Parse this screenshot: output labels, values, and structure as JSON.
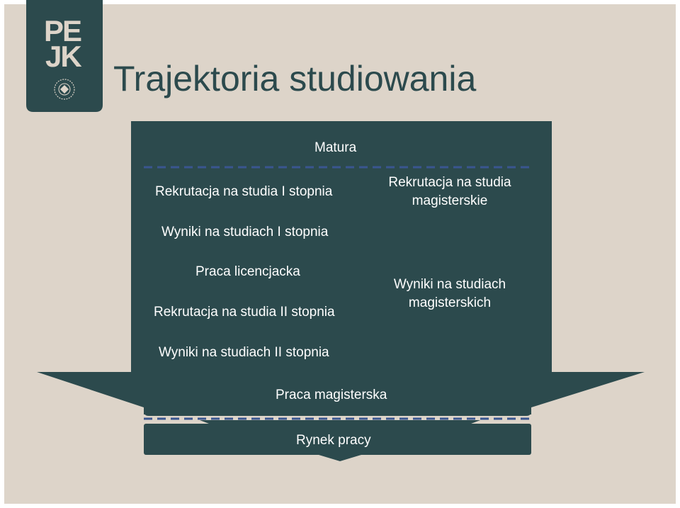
{
  "title": "Trajektoria studiowania",
  "logo": {
    "line1": "PE",
    "line2": "JK"
  },
  "stages": {
    "matura": "Matura",
    "rekrutacja_1": "Rekrutacja na studia I stopnia",
    "wyniki_1": "Wyniki na studiach I stopnia",
    "praca_licencjacka": "Praca licencjacka",
    "rekrutacja_2": "Rekrutacja na studia II stopnia",
    "wyniki_2": "Wyniki na studiach II stopnia",
    "rekrutacja_mag_line1": "Rekrutacja na studia",
    "rekrutacja_mag_line2": "magisterskie",
    "wyniki_mag_line1": "Wyniki na studiach",
    "wyniki_mag_line2": "magisterskich",
    "praca_magisterska": "Praca magisterska",
    "rynek_pracy": "Rynek pracy"
  },
  "colors": {
    "background": "#ddd4c9",
    "panel": "#2c4a4d",
    "title": "#2c4a4d",
    "dash": "#3a5690",
    "text": "#ffffff"
  }
}
